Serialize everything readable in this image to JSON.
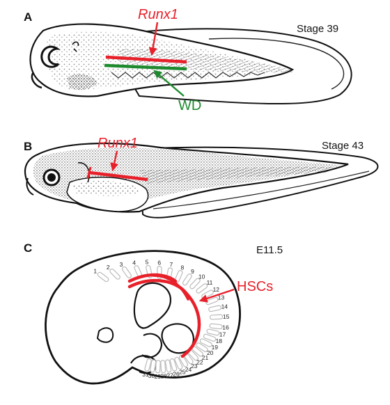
{
  "colors": {
    "red": "#e8202a",
    "green": "#1e8a2e",
    "ink": "#111111",
    "somite": "#bbbbbb"
  },
  "panel_a": {
    "letter": "A",
    "stage": "Stage 39",
    "gene": "Runx1",
    "duct": "WD"
  },
  "panel_b": {
    "letter": "B",
    "stage": "Stage 43",
    "gene": "Runx1"
  },
  "panel_c": {
    "letter": "C",
    "stage": "E11.5",
    "cells": "HSCs",
    "somite_numbers": [
      "1",
      "2",
      "3",
      "4",
      "5",
      "6",
      "7",
      "8",
      "9",
      "10",
      "11",
      "12",
      "13",
      "14",
      "15",
      "16",
      "17",
      "18",
      "19",
      "20",
      "21",
      "22",
      "23",
      "24",
      "25",
      "26",
      "27",
      "28",
      "29",
      "30",
      "31"
    ]
  }
}
